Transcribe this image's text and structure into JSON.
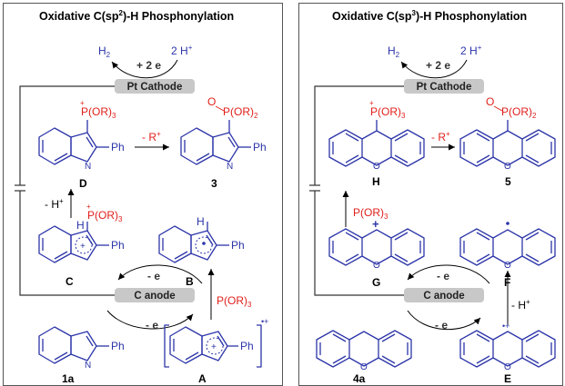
{
  "panels": [
    {
      "title_main": "Oxidative C(sp",
      "title_sup": "2",
      "title_end": ")-H Phosphonylation",
      "cathode_label": "Pt Cathode",
      "anode_label": "C anode",
      "h2_label": "H",
      "h2_sub": "2",
      "proton_label": "2 H",
      "proton_sup": "+",
      "cathode_electrons": "+ 2 e",
      "anode_e_top": "- e",
      "anode_e_bottom": "- e",
      "loss_r": "- R",
      "loss_r_sup": "+",
      "loss_h": "- H",
      "loss_h_sup": "+",
      "reagent": "P(OR)",
      "reagent_sub": "3",
      "phosphonium": "P(OR)",
      "phosphonium_sub": "3",
      "phosphonate": "P(OR)",
      "phosphonate_sub": "2",
      "ph": "Ph",
      "n_atom": "N",
      "o_atom": "O",
      "h_atom": "H",
      "compounds": [
        "D",
        "3",
        "C",
        "B",
        "1a",
        "A"
      ]
    },
    {
      "title_main": "Oxidative C(sp",
      "title_sup": "3",
      "title_end": ")-H Phosphonylation",
      "cathode_label": "Pt Cathode",
      "anode_label": "C anode",
      "h2_label": "H",
      "h2_sub": "2",
      "proton_label": "2 H",
      "proton_sup": "+",
      "cathode_electrons": "+ 2 e",
      "anode_e_top": "- e",
      "anode_e_bottom": "- e",
      "loss_r": "- R",
      "loss_r_sup": "+",
      "loss_h": "- H",
      "loss_h_sup": "+",
      "reagent": "P(OR)",
      "reagent_sub": "3",
      "phosphonium": "P(OR)",
      "phosphonium_sub": "3",
      "phosphonate": "P(OR)",
      "phosphonate_sub": "2",
      "o_atom": "O",
      "compounds": [
        "H",
        "5",
        "G",
        "F",
        "4a",
        "E"
      ]
    }
  ],
  "colors": {
    "structure": "#2c35a8",
    "phosphorus": "#e0201b",
    "electrode": "#c8c8c8",
    "text": "#000000"
  }
}
